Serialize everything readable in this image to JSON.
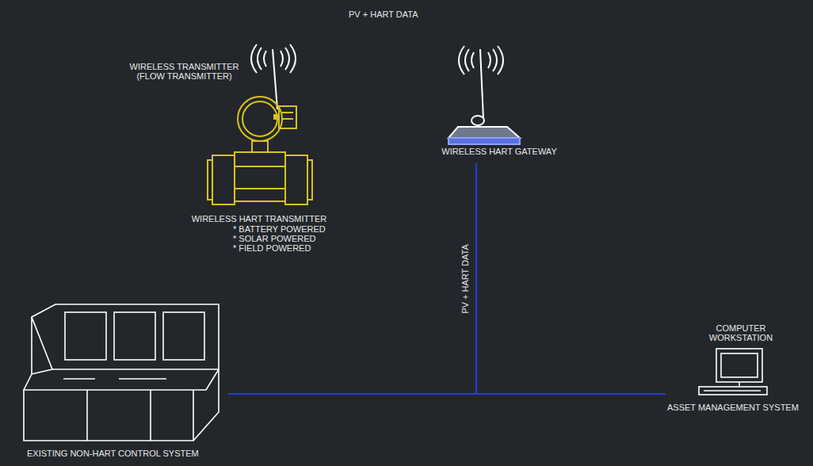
{
  "diagram": {
    "nodes": [
      {
        "text": [
          "WIRELESS TRANSMITTER (FLOW TRANSMITTER)",
          "WIRELESS HART TRANSMITTER",
          "* BATTERY POWERED",
          "* SOLAR POWERED",
          "* FIELD POWERED"
        ]
      },
      {
        "text": [
          "WIRELESS HART GATEWAY"
        ]
      },
      {
        "text": [
          "EXISTING NON-HART CONTROL SYSTEM"
        ]
      },
      {
        "text": [
          "COMPUTER WORKSTATION",
          "ASSET MANAGEMENT SYSTEM"
        ]
      }
    ],
    "edges": [
      {
        "from": 1,
        "to": 2,
        "arrow": "none",
        "label": "PV + HART DATA"
      },
      {
        "from": 1,
        "to": 3,
        "arrow": "none"
      },
      {
        "from": 2,
        "to": 3,
        "arrow": "none"
      }
    ],
    "labels": [
      "PV + HART DATA"
    ]
  }
}
